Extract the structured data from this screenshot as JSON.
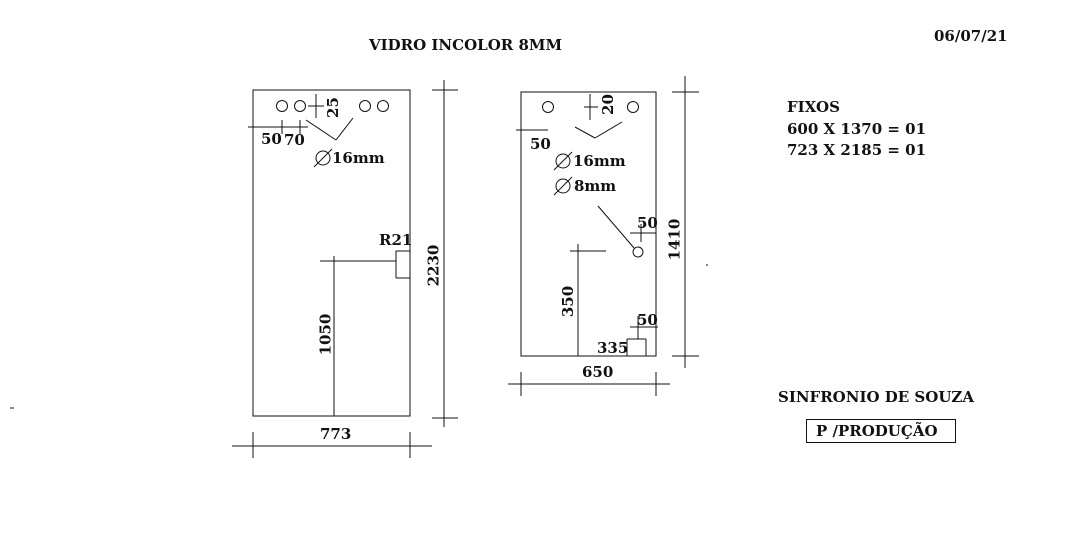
{
  "header": {
    "title": "VIDRO INCOLOR 8MM",
    "date": "06/07/21"
  },
  "piece_left": {
    "dim_top_25": "25",
    "dim_50": "50",
    "dim_70": "70",
    "hole_diameter": "16mm",
    "radius": "R21",
    "height": "2230",
    "cut_height": "1050",
    "width": "773"
  },
  "piece_right": {
    "dim_top_20": "20",
    "dim_50_left": "50",
    "hole_diameter_large": "16mm",
    "hole_diameter_small": "8mm",
    "dim_50_hole": "50",
    "height": "1410",
    "notch_height": "350",
    "notch_50": "50",
    "notch_335": "335",
    "width": "650"
  },
  "fixos": {
    "title": "FIXOS",
    "line1": "600 X 1370 = 01",
    "line2": "723 X 2185 = 01"
  },
  "client": "SINFRONIO DE SOUZA",
  "stamp": "P /PRODUÇÃO",
  "colors": {
    "ink": "#111111",
    "background": "#ffffff"
  }
}
